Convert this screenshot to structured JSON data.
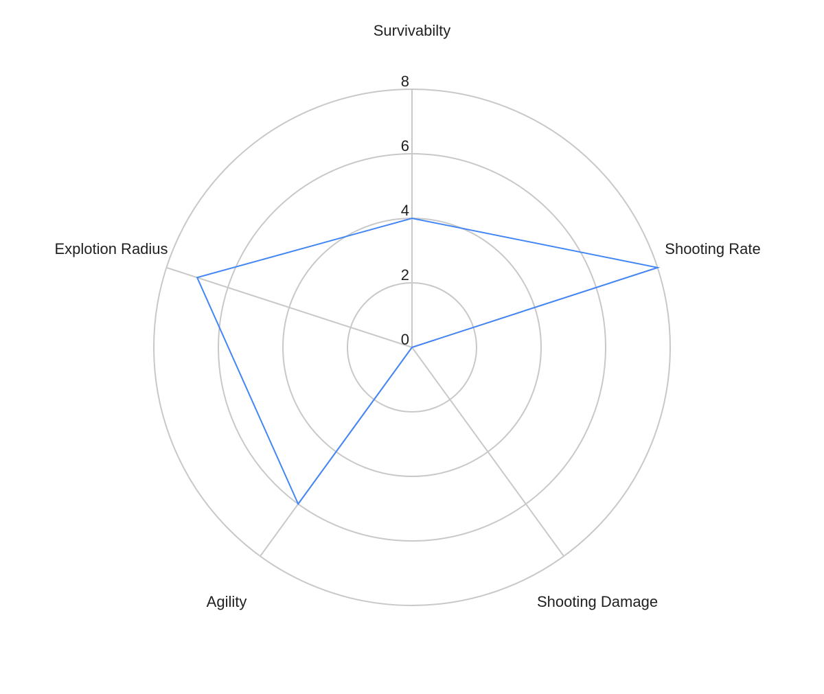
{
  "chart_data": {
    "type": "radar",
    "title": "",
    "categories": [
      "Survivabilty",
      "Shooting Rate",
      "Shooting Damage",
      "Agility",
      "Explotion Radius"
    ],
    "series": [
      {
        "values": [
          4,
          8,
          0,
          6,
          7
        ],
        "color": "#4285f4"
      }
    ],
    "rlim": [
      0,
      8
    ],
    "ticks": [
      "0",
      "2",
      "4",
      "6",
      "8"
    ],
    "grid": true,
    "gridColor": "#c8c8c8"
  }
}
